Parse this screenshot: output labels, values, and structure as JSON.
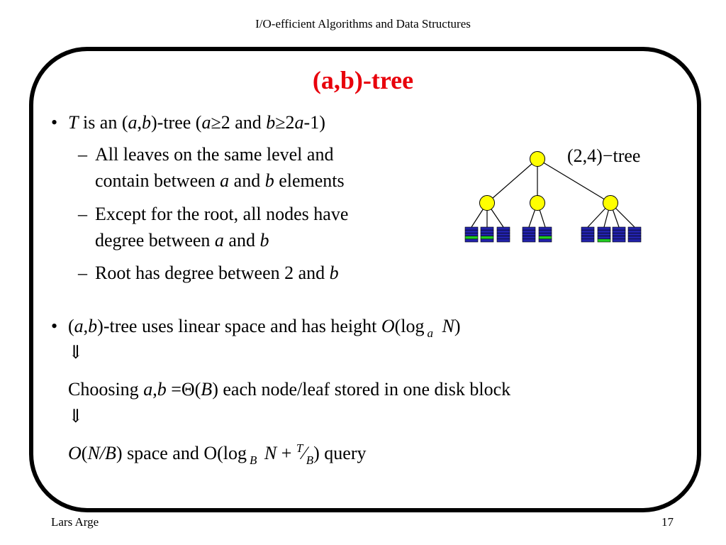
{
  "header": {
    "title": "I/O-efficient Algorithms and Data Structures"
  },
  "footer": {
    "author": "Lars Arge",
    "page_number": "17"
  },
  "slide": {
    "title": "(a,b)-tree",
    "bullets": {
      "b1_marker": "•",
      "b1_t": "T",
      "b1_is_an": " is an (",
      "b1_a": "a",
      "b1_comma": ",",
      "b1_b": "b",
      "b1_tree": ")-tree (",
      "b1_a2": "a",
      "b1_ge2": "≥2 and ",
      "b1_b2": "b",
      "b1_ge2a": "≥2",
      "b1_a3": "a",
      "b1_minus1": "-1)",
      "s1_dash": "–",
      "s1_line1": "All leaves on the same level and",
      "s1_line2_pre": "contain between ",
      "s1_line2_a": "a",
      "s1_line2_and": " and ",
      "s1_line2_b": "b",
      "s1_line2_post": " elements",
      "s2_dash": "–",
      "s2_line1": "Except for the root, all nodes have",
      "s2_line2_pre": "degree between ",
      "s2_line2_a": "a",
      "s2_line2_and": " and ",
      "s2_line2_b": "b",
      "s3_dash": "–",
      "s3_pre": "Root has degree between 2 and ",
      "s3_b": "b",
      "b2_marker": "•",
      "b2_open": "(",
      "b2_a": "a",
      "b2_comma": ",",
      "b2_b": "b",
      "b2_text": ")-tree uses linear space and has height ",
      "b2_O": "O",
      "b2_log_open": "(log",
      "b2_sub_a": "a",
      "b2_N": "N",
      "b2_close": ")",
      "arrow1": "⇓",
      "choose_pre": "Choosing ",
      "choose_ab": "a",
      "choose_comma": ",",
      "choose_b": "b",
      "choose_eq": " =Θ(",
      "choose_B": "B",
      "choose_close": ")",
      "choose_post": " each node/leaf stored in one disk block",
      "arrow2": "⇓",
      "res_O": "O",
      "res_open": "(",
      "res_NB": "N/B",
      "res_space": ") space and O(log",
      "res_sub_B": "B",
      "res_N": " N",
      "res_plus": " + ",
      "res_T": "T",
      "res_slash": "⁄",
      "res_B": "B",
      "res_query": ") query"
    },
    "figure": {
      "label": "(2,4)−tree",
      "node_color": "#ffff00",
      "block_color": "#2222aa",
      "highlight_color": "#22cc22"
    }
  }
}
